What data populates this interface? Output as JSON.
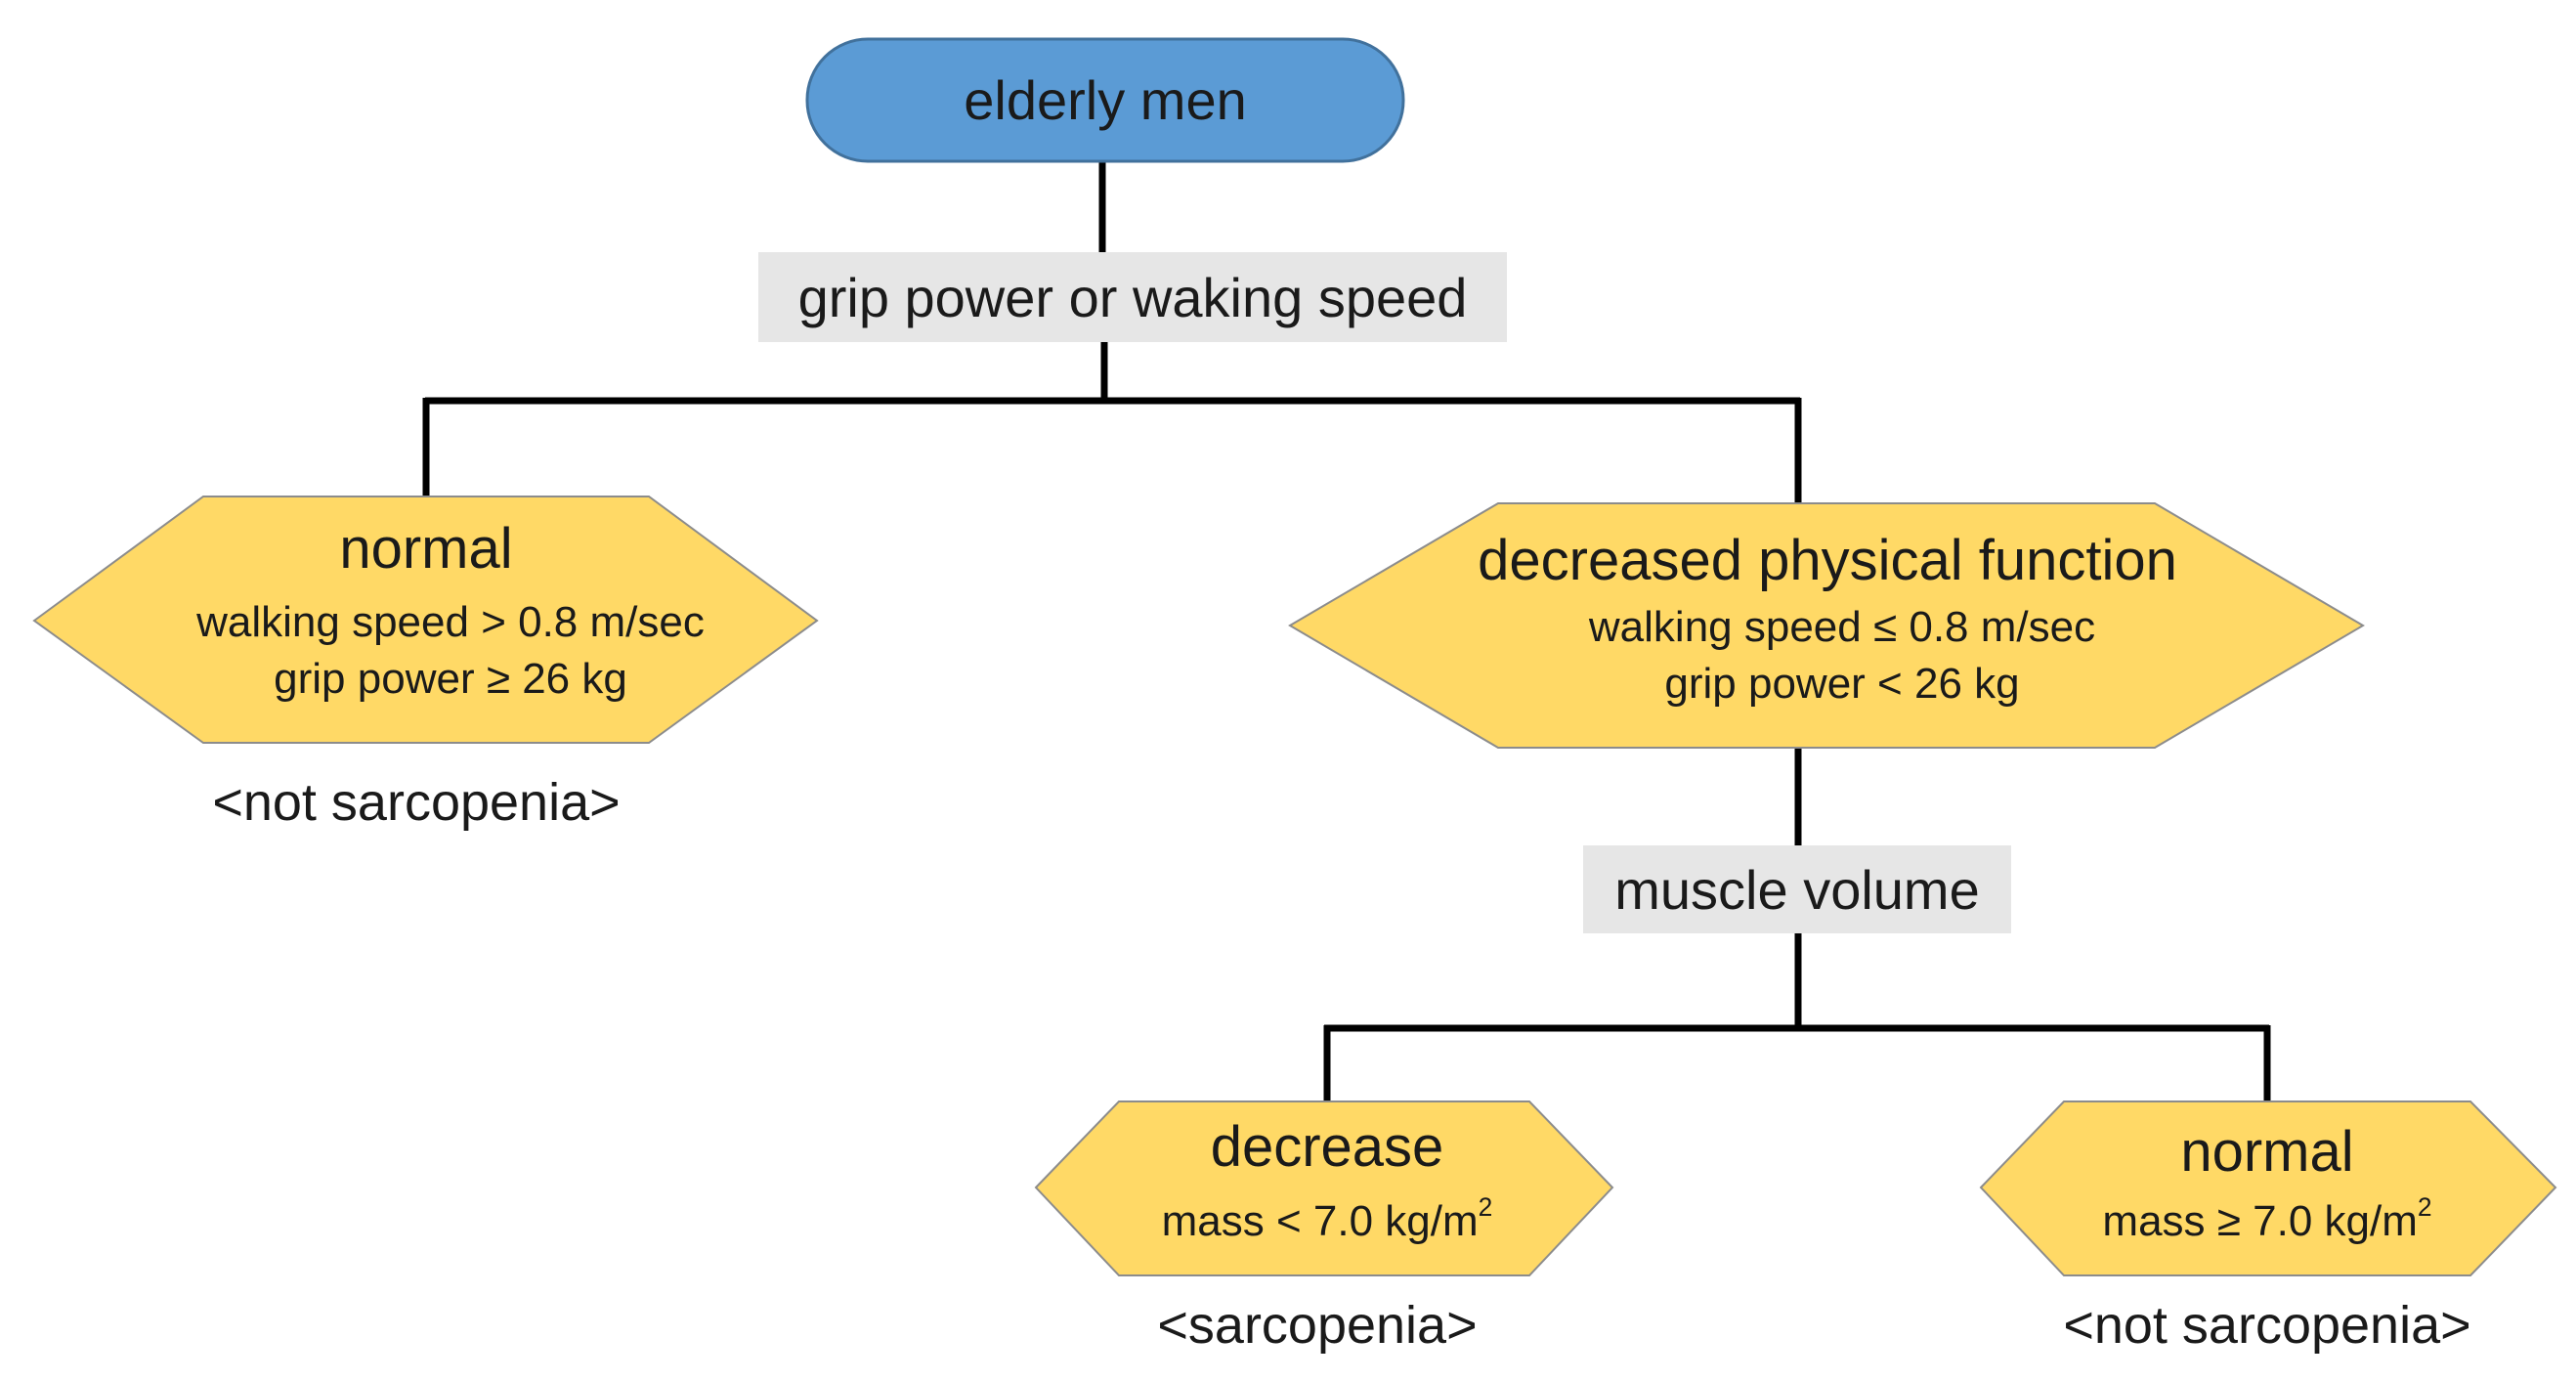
{
  "root": {
    "label": "elderly men"
  },
  "criteria_top": {
    "label": "grip power or waking speed"
  },
  "left_node": {
    "title": "normal",
    "line1": "walking speed > 0.8 m/sec",
    "line2": "grip power ≥ 26 kg",
    "outcome": "<not sarcopenia>"
  },
  "right_node": {
    "title": "decreased physical function",
    "line1": "walking speed ≤ 0.8 m/sec",
    "line2": "grip power < 26 kg"
  },
  "criteria_mid": {
    "label": "muscle volume"
  },
  "decrease_node": {
    "title": "decrease",
    "line1": "mass < 7.0 kg/m",
    "sup": "2",
    "outcome": "<sarcopenia>"
  },
  "normal_mass_node": {
    "title": "normal",
    "line1": "mass ≥ 7.0 kg/m",
    "sup": "2",
    "outcome": "<not sarcopenia>"
  },
  "colors": {
    "root_fill": "#5b9bd5",
    "hexagon_fill": "#ffd966",
    "label_fill": "#e6e6e6",
    "connector": "#000000"
  }
}
